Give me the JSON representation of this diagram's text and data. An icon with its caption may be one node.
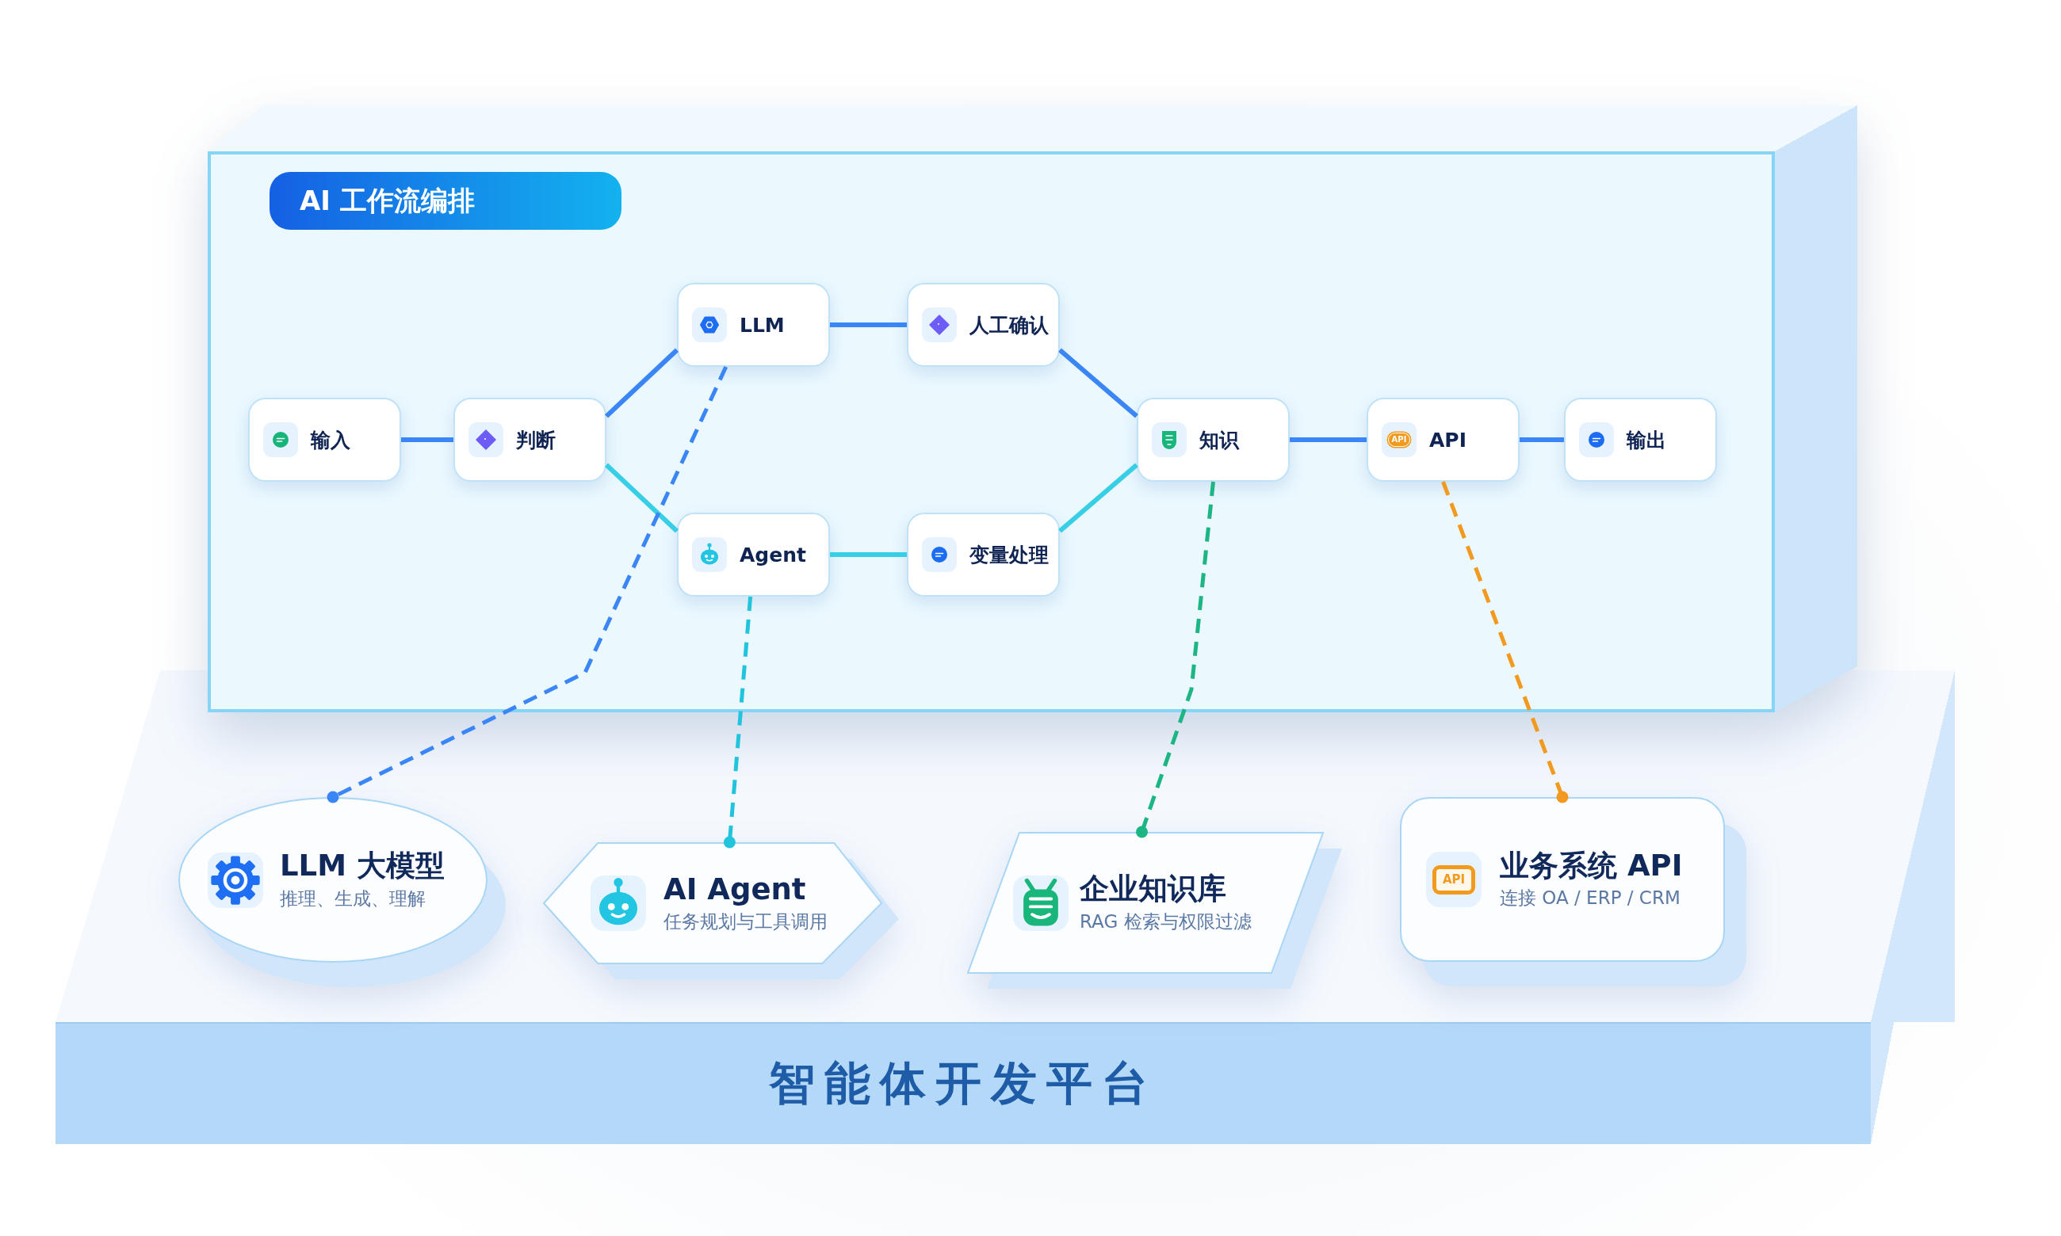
{
  "diagram": {
    "nodes": [
      {
        "text": [
          "AI 工作流编排"
        ]
      },
      {
        "text": [
          "输入"
        ],
        "in": 0
      },
      {
        "text": [
          "判断"
        ],
        "in": 0
      },
      {
        "text": [
          "LLM"
        ],
        "in": 0
      },
      {
        "text": [
          "人工确认"
        ],
        "in": 0
      },
      {
        "text": [
          "Agent"
        ],
        "in": 0
      },
      {
        "text": [
          "变量处理"
        ],
        "in": 0
      },
      {
        "text": [
          "知识"
        ],
        "in": 0
      },
      {
        "text": [
          "API"
        ],
        "in": 0
      },
      {
        "text": [
          "输出"
        ],
        "in": 0
      },
      {
        "text": [
          "智能体开发平台"
        ]
      },
      {
        "text": [
          "LLM 大模型",
          "推理、生成、理解"
        ],
        "in": 10
      },
      {
        "text": [
          "AI Agent",
          "任务规划与工具调用"
        ],
        "in": 10
      },
      {
        "text": [
          "企业知识库",
          "RAG 检索与权限过滤"
        ],
        "in": 10
      },
      {
        "text": [
          "业务系统 API",
          "连接 OA / ERP / CRM"
        ],
        "in": 10
      }
    ],
    "edges": [
      {
        "from": 1,
        "to": 2,
        "arrow": "none"
      },
      {
        "from": 2,
        "to": 3,
        "arrow": "none"
      },
      {
        "from": 2,
        "to": 5,
        "arrow": "none",
        "color": "#36cfe6"
      },
      {
        "from": 3,
        "to": 4,
        "arrow": "none"
      },
      {
        "from": 5,
        "to": 6,
        "arrow": "none",
        "color": "#36cfe6"
      },
      {
        "from": 4,
        "to": 7,
        "arrow": "none"
      },
      {
        "from": 6,
        "to": 7,
        "arrow": "none",
        "color": "#36cfe6"
      },
      {
        "from": 7,
        "to": 8,
        "arrow": "none"
      },
      {
        "from": 8,
        "to": 9,
        "arrow": "none"
      },
      {
        "from": 3,
        "to": 11,
        "arrow": "other",
        "style": "dashed"
      },
      {
        "from": 5,
        "to": 12,
        "arrow": "other",
        "style": "dashed",
        "color": "#22c4dd"
      },
      {
        "from": 7,
        "to": 13,
        "arrow": "other",
        "style": "dashed",
        "color": "#1db583"
      },
      {
        "from": 8,
        "to": 14,
        "arrow": "other",
        "style": "dashed",
        "color": "#f29a1f"
      }
    ],
    "labels": [
      "API",
      "API"
    ]
  }
}
